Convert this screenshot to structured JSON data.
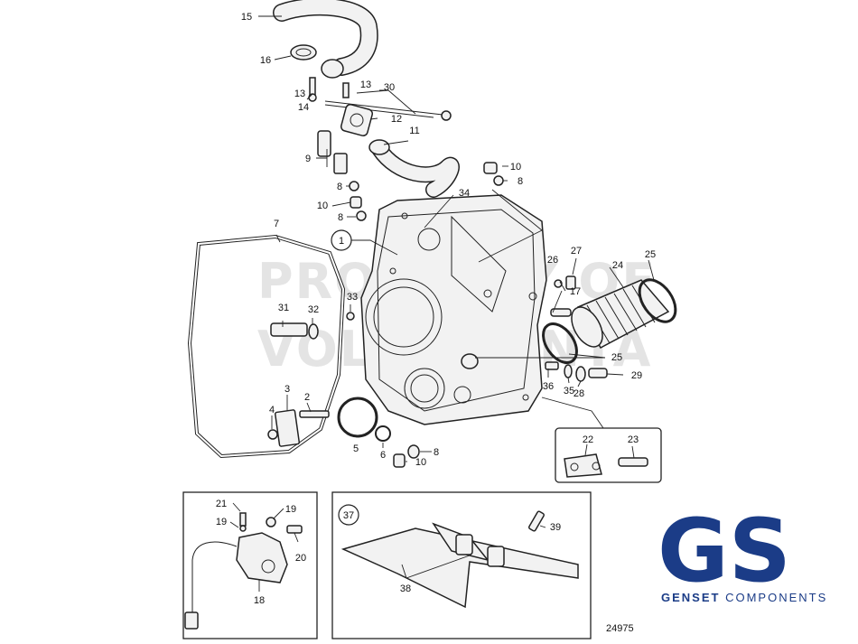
{
  "callouts": {
    "c1": "1",
    "c2": "2",
    "c3": "3",
    "c4": "4",
    "c5": "5",
    "c6": "6",
    "c7": "7",
    "c8a": "8",
    "c8b": "8",
    "c8c": "8",
    "c8d": "8",
    "c9": "9",
    "c10a": "10",
    "c10b": "10",
    "c10c": "10",
    "c11": "11",
    "c12": "12",
    "c13a": "13",
    "c13b": "13",
    "c14": "14",
    "c15": "15",
    "c16": "16",
    "c17": "17",
    "c18": "18",
    "c19a": "19",
    "c19b": "19",
    "c20": "20",
    "c21": "21",
    "c22": "22",
    "c23": "23",
    "c24": "24",
    "c25a": "25",
    "c25b": "25",
    "c26": "26",
    "c27": "27",
    "c28": "28",
    "c29": "29",
    "c30": "30",
    "c31": "31",
    "c32": "32",
    "c33": "33",
    "c34": "34",
    "c35": "35",
    "c36": "36",
    "c37": "37",
    "c38": "38",
    "c39": "39"
  },
  "figure_number": "24975",
  "watermark": {
    "line1": "PROPERTY OF",
    "line2": "VOLVO PENTA"
  },
  "logo": {
    "mark": "GS",
    "word_bold": "GENSET",
    "word": " COMPONENTS",
    "color": "#1b3c87"
  }
}
